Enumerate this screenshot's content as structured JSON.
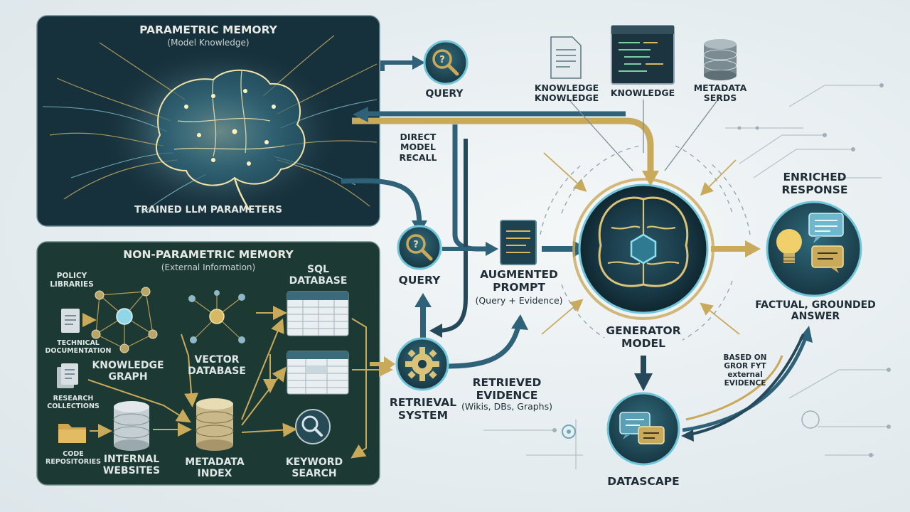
{
  "parametric": {
    "title": "PARAMETRIC MEMORY",
    "subtitle": "(Model Knowledge)",
    "footer": "TRAINED LLM PARAMETERS"
  },
  "non_parametric": {
    "title": "NON-PARAMETRIC MEMORY",
    "subtitle": "(External Information)",
    "sources": {
      "policy": [
        "POLICY",
        "LIBRARIES"
      ],
      "technical": [
        "TECHNICAL",
        "DOCUMENTATION"
      ],
      "research": [
        "RESEARCH",
        "COLLECTIONS"
      ],
      "code": [
        "CODE",
        "REPOSITORIES"
      ]
    },
    "knowledge_graph": [
      "KNOWLEDGE",
      "GRAPH"
    ],
    "vector_db": [
      "VECTOR",
      "DATABASE"
    ],
    "sql_db": [
      "SQL",
      "DATABASE"
    ],
    "internal_websites": [
      "INTERNAL",
      "WEBSITES"
    ],
    "metadata_index": [
      "METADATA",
      "INDEX"
    ],
    "keyword_search": [
      "KEYWORD",
      "SEARCH"
    ]
  },
  "flow": {
    "query_top": "QUERY",
    "direct_recall": [
      "DIRECT",
      "MODEL",
      "RECALL"
    ],
    "query_mid": "QUERY",
    "augmented_prompt": [
      "AUGMENTED",
      "PROMPT"
    ],
    "augmented_prompt_sub": "(Query + Evidence)",
    "retrieval_system": [
      "RETRIEVAL",
      "SYSTEM"
    ],
    "retrieved_evidence": [
      "RETRIEVED",
      "EVIDENCE"
    ],
    "retrieved_evidence_sub": "(Wikis, DBs, Graphs)",
    "knowledge_docs": [
      "KNOWLEDGE",
      "KNOWLEDGE"
    ],
    "knowledge_code": "KNOWLEDGE",
    "metadata_serds": [
      "METADATA",
      "SERDS"
    ],
    "generator_model": [
      "GENERATOR",
      "MODEL"
    ],
    "enriched_response": [
      "ENRICHED",
      "RESPONSE"
    ],
    "factual_answer": [
      "FACTUAL, GROUNDED",
      "ANSWER"
    ],
    "based_on": [
      "BASED ON",
      "GROR FYT",
      "external",
      "EVIDENCE"
    ],
    "datascape": "DATASCAPE"
  },
  "colors": {
    "panel_dark": "#17313c",
    "panel_green": "#1c3a33",
    "gold": "#c9a95a",
    "teal": "#2f6f86",
    "navy": "#1d3440"
  },
  "icons": [
    "search-icon",
    "document-icon",
    "code-window-icon",
    "database-icon",
    "brain-icon",
    "gear-icon",
    "lightbulb-icon",
    "chat-bubbles-icon",
    "folder-icon",
    "graph-icon",
    "table-icon"
  ]
}
